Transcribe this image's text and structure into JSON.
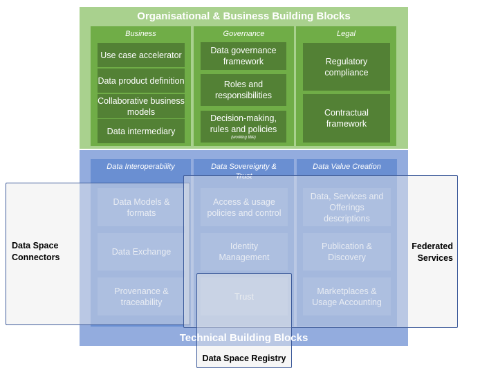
{
  "organisational": {
    "title": "Organisational & Business Building Blocks",
    "columns": [
      {
        "label": "Business",
        "items": [
          "Use case accelerator",
          "Data product definition",
          "Collaborative business models",
          "Data intermediary"
        ]
      },
      {
        "label": "Governance",
        "items": [
          "Data governance framework",
          "Roles and responsibilities",
          "Decision-making, rules and policies"
        ],
        "note": "(working title)"
      },
      {
        "label": "Legal",
        "items": [
          "Regulatory compliance",
          "Contractual framework"
        ]
      }
    ]
  },
  "technical": {
    "title": "Technical Building Blocks",
    "columns": [
      {
        "label": "Data Interoperability",
        "items": [
          "Data Models & formats",
          "Data Exchange",
          "Provenance & traceability"
        ]
      },
      {
        "label": "Data Sovereignty & Trust",
        "items": [
          "Access & usage policies and control",
          "Identity Management",
          "Trust"
        ]
      },
      {
        "label": "Data Value Creation",
        "items": [
          "Data, Services and Offerings descriptions",
          "Publication & Discovery",
          "Marketplaces & Usage Accounting"
        ]
      }
    ]
  },
  "overlays": {
    "connectors": "Data Space Connectors",
    "federated": "Federated Services",
    "registry": "Data Space Registry"
  },
  "colors": {
    "org_outer": "#a9d18e",
    "org_column": "#70ad47",
    "org_item": "#538135",
    "tech_outer": "#93acde",
    "tech_column": "#6a8fd2",
    "tech_item": "#7a9bd8"
  }
}
